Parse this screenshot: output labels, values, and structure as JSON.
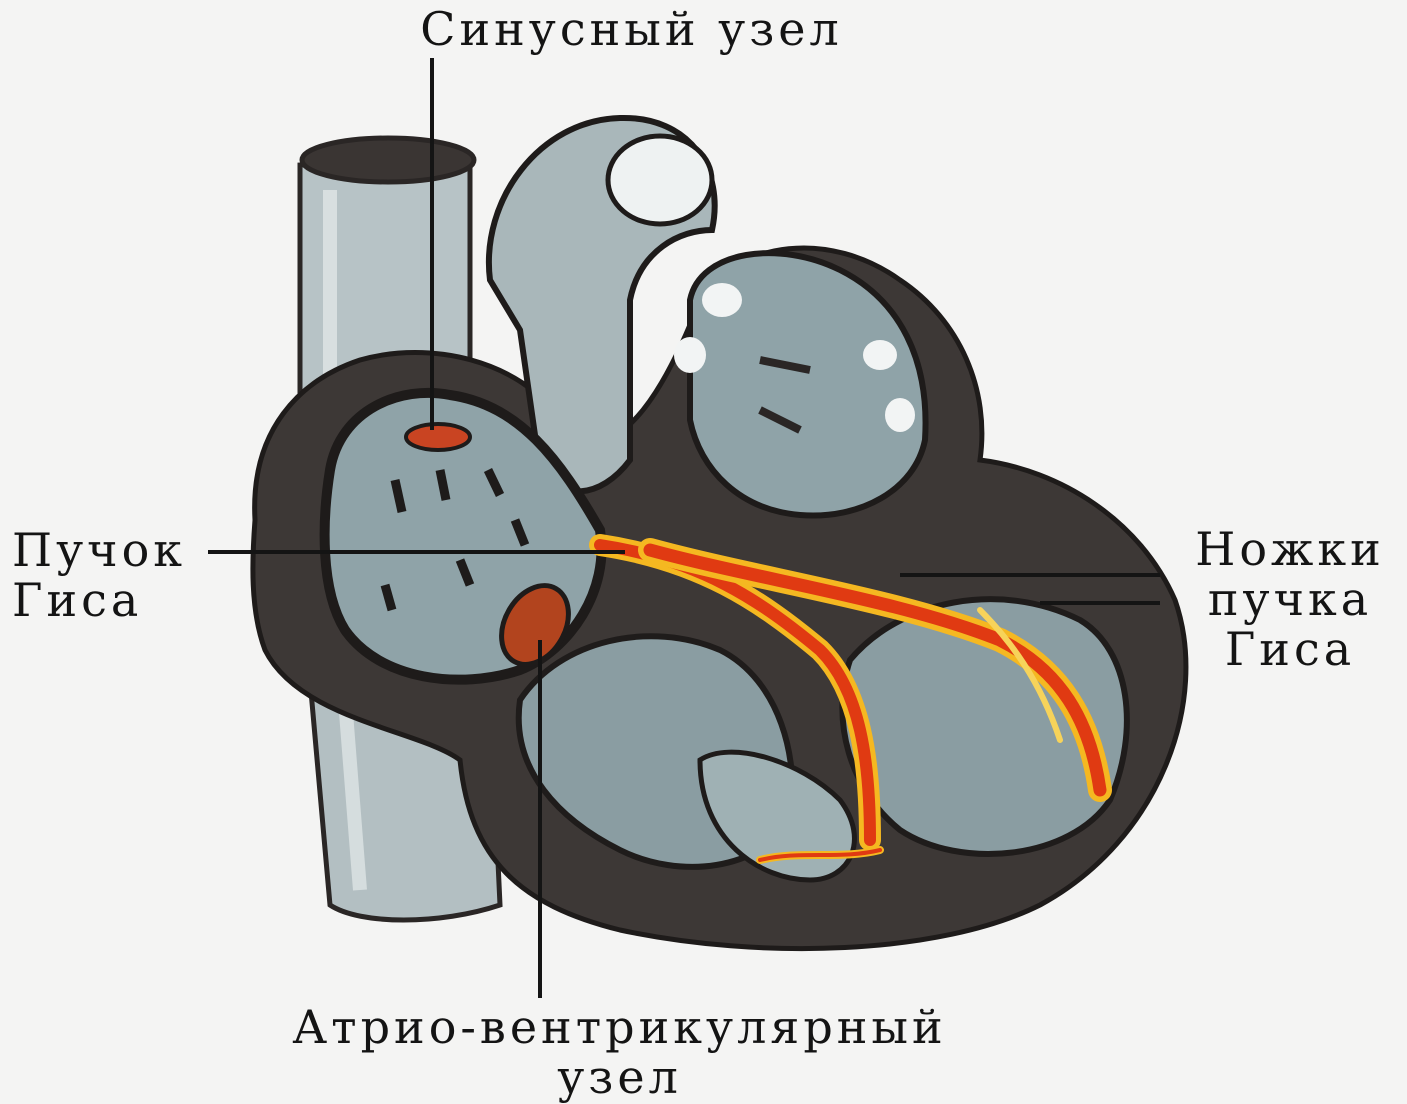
{
  "diagram": {
    "labels": {
      "sinus_node": "Синусный узел",
      "his_bundle_line1": "Пучок",
      "his_bundle_line2": "Гиса",
      "bundle_branches_line1": "Ножки",
      "bundle_branches_line2": "пучка",
      "bundle_branches_line3": "Гиса",
      "av_node_line1": "Атрио-вентрикулярный",
      "av_node_line2": "узел"
    },
    "colors": {
      "background": "#f4f4f3",
      "muscle_dark": "#3d3836",
      "chamber_blue": "#8fa3a8",
      "vessel_light": "#c3cdcf",
      "conduction_red": "#e03a12",
      "conduction_yellow": "#f5b821"
    }
  }
}
